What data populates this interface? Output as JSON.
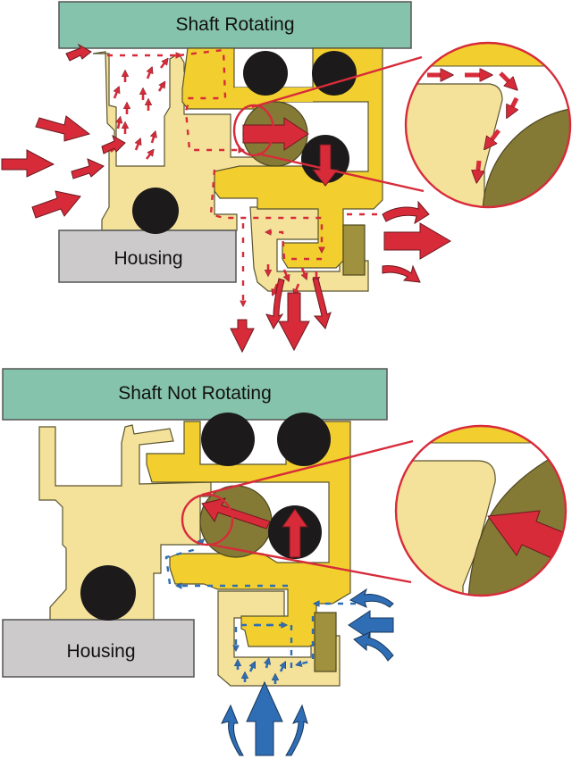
{
  "colors": {
    "shaft": "#86c3ac",
    "housing": "#cccacb",
    "stator": "#f5e29a",
    "rotor": "#f2cf2e",
    "oring": "#1c1a1a",
    "unitizing_ring": "#847a36",
    "contaminant_flow": "#d72b3a",
    "pressure_flow": "#2f6eb5",
    "outline": "#5a5430"
  },
  "panels": [
    {
      "id": "rotating",
      "shaft_label": "Shaft Rotating",
      "housing_label": "Housing",
      "flow_color_key": "contaminant_flow",
      "detail_callout": "magnified view of contact gap opening"
    },
    {
      "id": "not-rotating",
      "shaft_label": "Shaft Not Rotating",
      "housing_label": "Housing",
      "flow_color_key": "pressure_flow",
      "detail_callout": "magnified view of contact gap closing"
    }
  ]
}
